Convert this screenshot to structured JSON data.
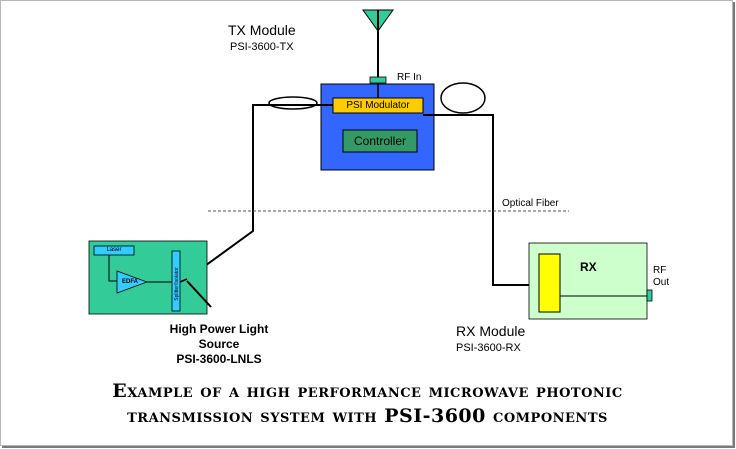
{
  "tx_module": {
    "title": "TX Module",
    "model": "PSI-3600-TX",
    "modulator_label": "PSI Modulator",
    "controller_label": "Controller",
    "rf_in_label": "RF In"
  },
  "fiber": {
    "label": "Optical Fiber"
  },
  "light_source": {
    "title_line1": "High Power Light",
    "title_line2": "Source",
    "model": "PSI-3600-LNLS",
    "laser_label": "Laser",
    "edfa_label": "EDFA",
    "splitter_label": "Splitter/Isolator"
  },
  "rx_module": {
    "title": "RX Module",
    "model": "PSI-3600-RX",
    "box_label": "RX",
    "rf_out_line1": "RF",
    "rf_out_line2": "Out"
  },
  "caption": {
    "line1": "Example of a high performance microwave photonic",
    "line2": "transmission system with PSI-3600 components"
  },
  "colors": {
    "tx_box": "#3366ff",
    "modulator": "#ffcc00",
    "controller": "#339966",
    "source_box": "#33cc99",
    "laser_box": "#33ccff",
    "rx_box": "#ccffcc",
    "rx_detector": "#ffff00",
    "antenna": "#33cc99"
  }
}
